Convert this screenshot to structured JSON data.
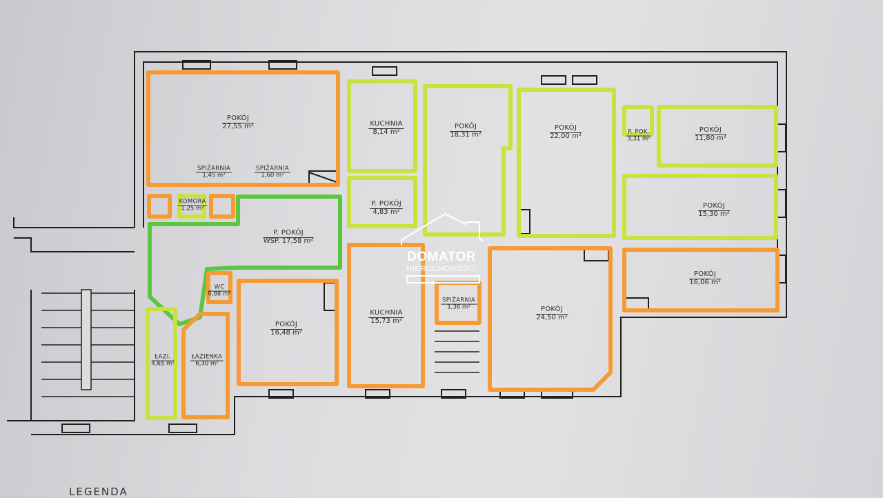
{
  "colors": {
    "orange": "#f59a35",
    "yellow_green": "#c9e23f",
    "green": "#5bc640",
    "wall": "#1e1e1e",
    "logo": "#ffffff"
  },
  "logo": {
    "title": "DOMATOR",
    "subtitle": "NIERUCHOMOŚCI"
  },
  "legend": "LEGENDA",
  "rooms": [
    {
      "name": "POKÓJ",
      "area": "27,55 m²"
    },
    {
      "name": "SPIŻARNIA",
      "area": "1,45 m²"
    },
    {
      "name": "SPIŻARNIA",
      "area": "1,60 m²"
    },
    {
      "name": "KOMORA",
      "area": "1,25 m²"
    },
    {
      "name": "P. POKÓJ",
      "area": "WSP. 17,58 m²"
    },
    {
      "name": "KUCHNIA",
      "area": "8,14 m²"
    },
    {
      "name": "P. POKÓJ",
      "area": "4,83 m²"
    },
    {
      "name": "POKÓJ",
      "area": "18,31 m²"
    },
    {
      "name": "POKÓJ",
      "area": "22,00 m²"
    },
    {
      "name": "P. POK.",
      "area": "3,31 m²"
    },
    {
      "name": "POKÓJ",
      "area": "11,80 m²"
    },
    {
      "name": "POKÓJ",
      "area": "15,30 m²"
    },
    {
      "name": "WC",
      "area": "0,88 m²"
    },
    {
      "name": "ŁAZI.",
      "area": "4,65 m²"
    },
    {
      "name": "ŁAZIENKA",
      "area": "6,30 m²"
    },
    {
      "name": "POKÓJ",
      "area": "16,48 m²"
    },
    {
      "name": "KUCHNIA",
      "area": "15,73 m²"
    },
    {
      "name": "SPIŻARNIA",
      "area": "1,36 m²"
    },
    {
      "name": "POKÓJ",
      "area": "24,50 m²"
    },
    {
      "name": "POKÓJ",
      "area": "16,06 m²"
    }
  ]
}
